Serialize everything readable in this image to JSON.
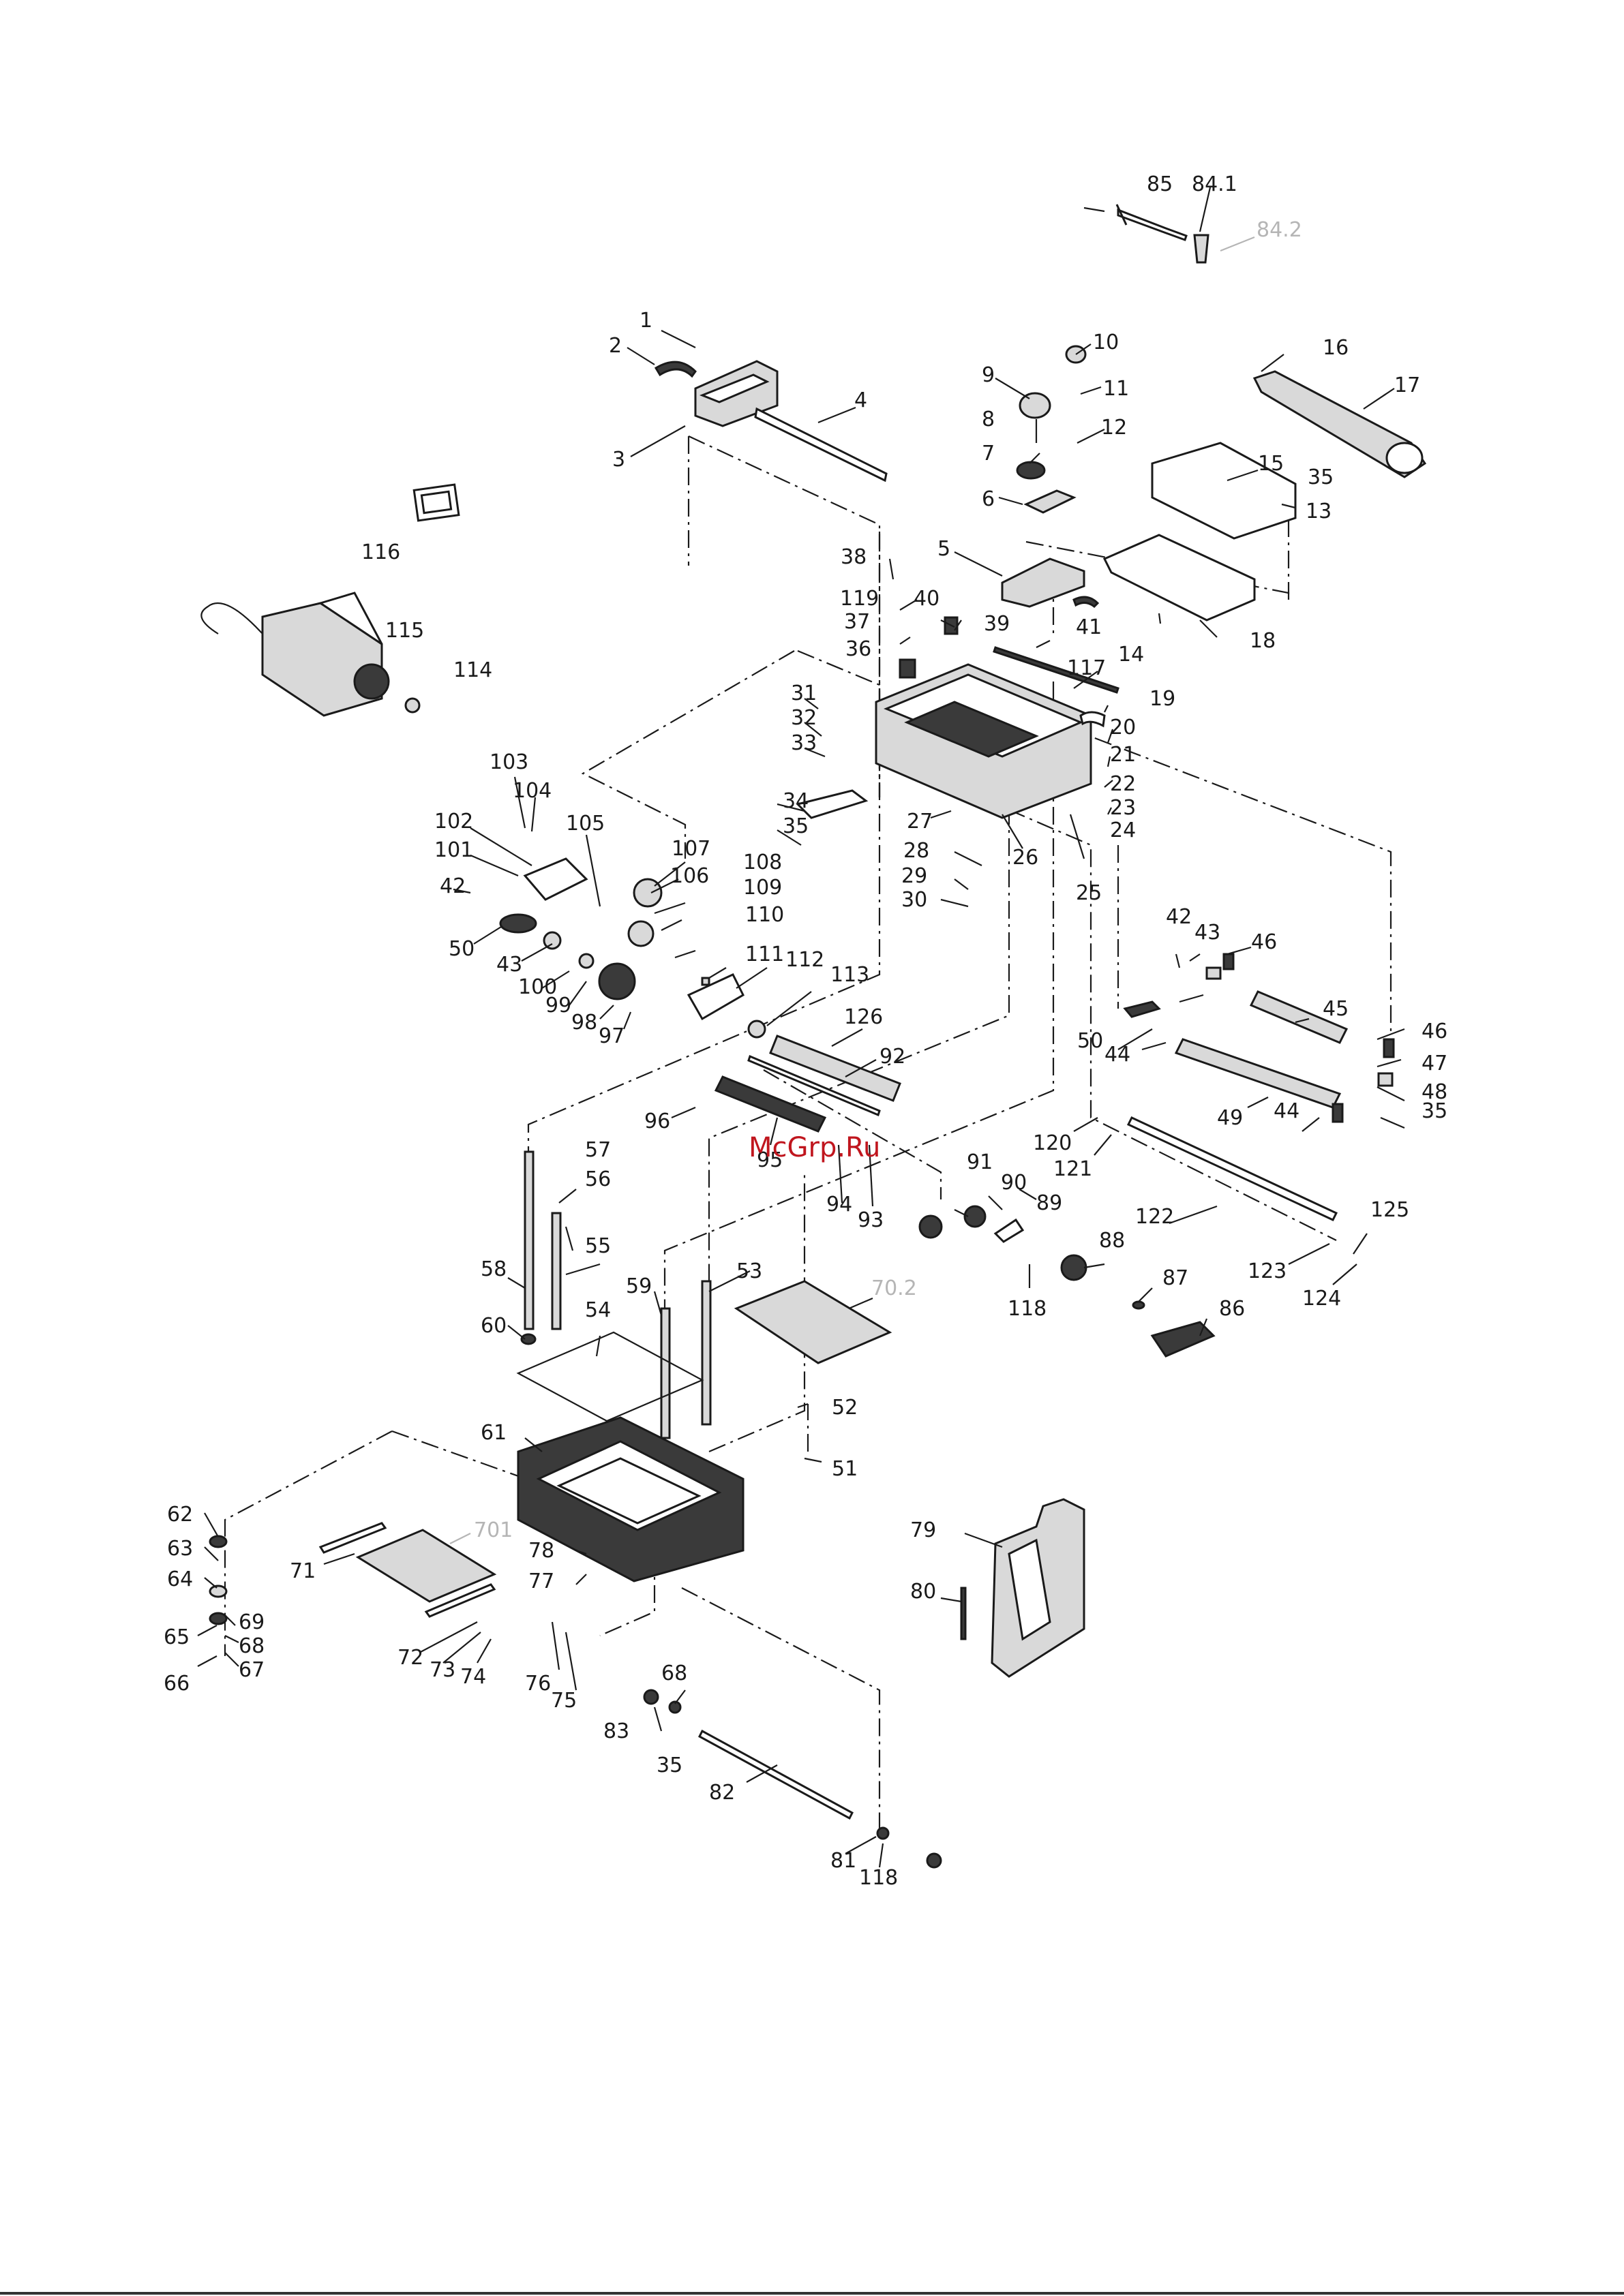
{
  "watermark": "McGrp.Ru",
  "part_labels": {
    "p1": "1",
    "p2": "2",
    "p3": "3",
    "p4": "4",
    "p5": "5",
    "p6": "6",
    "p7": "7",
    "p8": "8",
    "p9": "9",
    "p10": "10",
    "p11": "11",
    "p12": "12",
    "p13": "13",
    "p14": "14",
    "p15": "15",
    "p16": "16",
    "p17": "17",
    "p18": "18",
    "p19": "19",
    "p20": "20",
    "p21": "21",
    "p22": "22",
    "p23": "23",
    "p24": "24",
    "p25": "25",
    "p26": "26",
    "p27": "27",
    "p28": "28",
    "p29": "29",
    "p30": "30",
    "p31": "31",
    "p32": "32",
    "p33": "33",
    "p34": "34",
    "p35a": "35",
    "p35b": "35",
    "p35c": "35",
    "p35d": "35",
    "p36": "36",
    "p37": "37",
    "p38": "38",
    "p39": "39",
    "p40": "40",
    "p41": "41",
    "p42a": "42",
    "p42b": "42",
    "p43a": "43",
    "p43b": "43",
    "p44a": "44",
    "p44b": "44",
    "p45": "45",
    "p46a": "46",
    "p46b": "46",
    "p47": "47",
    "p48": "48",
    "p49": "49",
    "p50a": "50",
    "p50b": "50",
    "p51": "51",
    "p52": "52",
    "p53": "53",
    "p54": "54",
    "p55": "55",
    "p56": "56",
    "p57": "57",
    "p58": "58",
    "p59": "59",
    "p60": "60",
    "p61": "61",
    "p62": "62",
    "p63": "63",
    "p64": "64",
    "p65": "65",
    "p66": "66",
    "p67": "67",
    "p68a": "68",
    "p68b": "68",
    "p69": "69",
    "p71": "71",
    "p72": "72",
    "p73": "73",
    "p74": "74",
    "p75": "75",
    "p76": "76",
    "p77": "77",
    "p78": "78",
    "p79": "79",
    "p80": "80",
    "p81": "81",
    "p82": "82",
    "p83": "83",
    "p84_1": "84.1",
    "p84_2": "84.2",
    "p85": "85",
    "p86": "86",
    "p87": "87",
    "p88": "88",
    "p89": "89",
    "p90": "90",
    "p91": "91",
    "p92": "92",
    "p93": "93",
    "p94": "94",
    "p95": "95",
    "p96": "96",
    "p97": "97",
    "p98": "98",
    "p99": "99",
    "p100": "100",
    "p101": "101",
    "p102": "102",
    "p103": "103",
    "p104": "104",
    "p105": "105",
    "p106": "106",
    "p107": "107",
    "p108": "108",
    "p109": "109",
    "p110": "110",
    "p111": "111",
    "p112": "112",
    "p113": "113",
    "p114": "114",
    "p115": "115",
    "p116": "116",
    "p117": "117",
    "p118a": "118",
    "p118b": "118",
    "p119": "119",
    "p120": "120",
    "p121": "121",
    "p122": "122",
    "p123": "123",
    "p124": "124",
    "p125": "125",
    "p126": "126",
    "p701": "701",
    "p702": "70.2"
  }
}
